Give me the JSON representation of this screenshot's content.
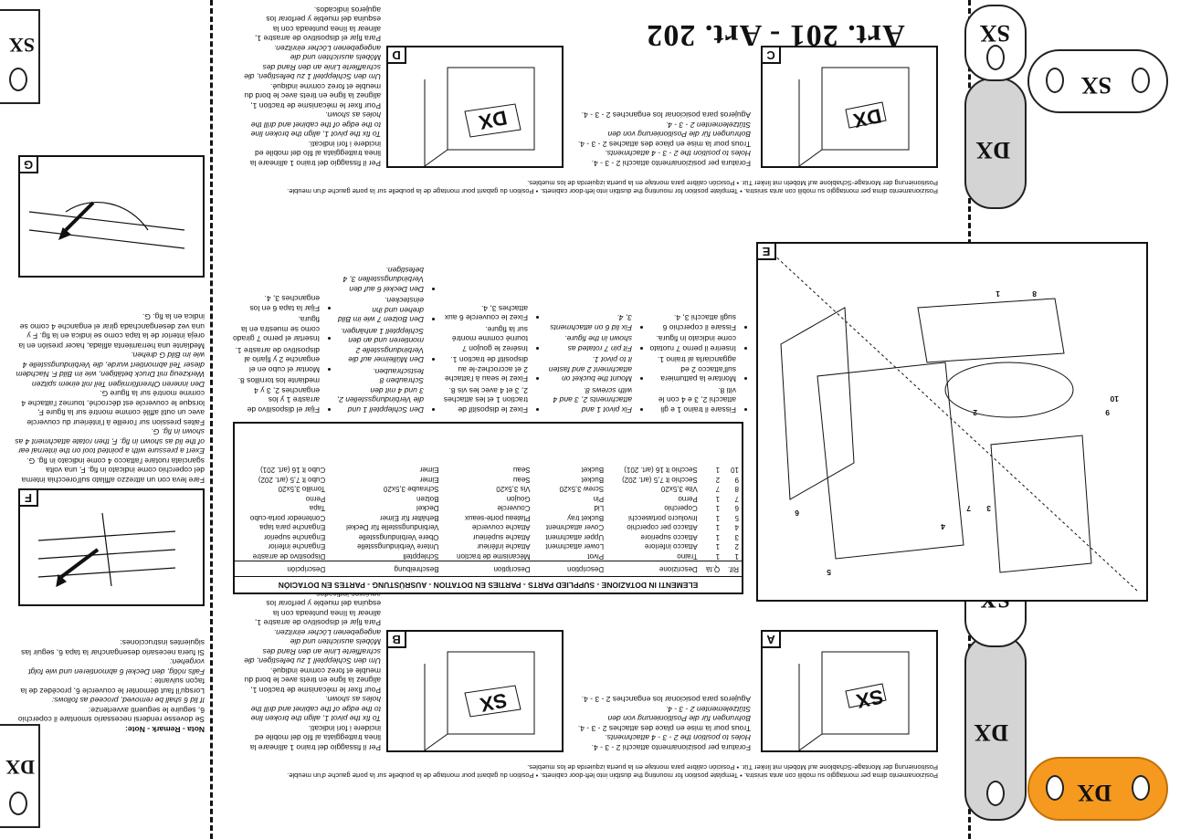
{
  "title": "Art. 201 - Art. 202",
  "tabs": {
    "sx": "SX",
    "dx": "DX"
  },
  "panel_letters": {
    "a": "A",
    "b": "B",
    "c": "C",
    "d": "D",
    "e": "E",
    "f": "F",
    "g": "G"
  },
  "template_caption": "Posizionamento dima per montaggio su mobili con anta sinistra. • Template position for mounting the dustbin into left-door cabinets. • Position du gabarit pour montage de la poubelle sur la porte gauche d'un meuble. Positionierung der Montage-Schablone auf Möbeln mit linker Tür. • Posición calibre para montaje en la puerta izquierda de los muebles.",
  "drill_text": {
    "it": "Foratura per posizionamento attacchi 2 - 3 - 4.",
    "en": "Holes to position the 2 - 3 - 4 attachments.",
    "fr": "Trous pour la mise en place des attaches 2 - 3 - 4.",
    "de": "Bohrungen für die Positionierung von den Stützelementen 2 - 3 - 4.",
    "es": "Agujeros para posicionar los enganches 2 - 3 - 4."
  },
  "pivot_text": {
    "it": "Per il fissaggio del traino 1 allineare la linea tratteggiata al filo del mobile ed incidere i fori indicati.",
    "en": "To fix the pivot 1, align the broken line to the edge of the cabinet and drill the holes as shown.",
    "fr": "Pour fixer le mécanisme de traction 1, alignez la ligne en tirets avec le bord du meuble et forez comme indiqué.",
    "de": "Um den Schlepptell 1 zu befestigen, die schraffierte Linie an den Rand des Möbels ausrichten und die angegebenen Löcher einritzen.",
    "es": "Para fijar el dispositivo de arrastre 1, alinear la línea punteada con la esquina del mueble y perforar los agujeros indicados."
  },
  "parts_table": {
    "heading": "ELEMENTI IN DOTAZIONE - SUPPLIED PARTS - PARTIES EN DOTATION - AUSRÜSTUNG - PARTES EN DOTACIÓN",
    "columns": [
      "Rif.",
      "Q.tà",
      "Descrizione",
      "Description",
      "Description",
      "Beschreibung",
      "Descripción"
    ],
    "rows": [
      [
        "1",
        "1",
        "Traino",
        "Pivot",
        "Mécanisme de traction",
        "Schlepptell",
        "Dispositivo de arrastre"
      ],
      [
        "2",
        "1",
        "Attacco inferiore",
        "Lower attachment",
        "Attache inférieur",
        "Untere Verbindungsstelle",
        "Enganche inferior"
      ],
      [
        "3",
        "1",
        "Attacco superiore",
        "Upper attachment",
        "Attache supérieur",
        "Obere Verbindungsstelle",
        "Enganche superior"
      ],
      [
        "4",
        "1",
        "Attacco per coperchio",
        "Cover attachment",
        "Attache couvercle",
        "Verbindungsstelle für Deckel",
        "Enganche para tapa"
      ],
      [
        "5",
        "1",
        "Involucro portasecchi",
        "Bucket tray",
        "Plateau porte-seaux",
        "Behälter für Eimer",
        "Contenedor porta-cubo"
      ],
      [
        "6",
        "1",
        "Coperchio",
        "Lid",
        "Couvercle",
        "Deckel",
        "Tapa"
      ],
      [
        "7",
        "1",
        "Perno",
        "Pin",
        "Goujon",
        "Bolzen",
        "Perno"
      ],
      [
        "8",
        "7",
        "Vite 3,5x20",
        "Screw 3,5x20",
        "Vis 3,5x20",
        "Schraube 3,5x20",
        "Tornillo 3,5x20"
      ],
      [
        "9",
        "2",
        "Secchio lt 7,5 (art. 202)",
        "Bucket",
        "Seau",
        "Eimer",
        "Cubo lt 7,5 (art. 202)"
      ],
      [
        "10",
        "1",
        "Secchio lt 16 (art. 201)",
        "Bucket",
        "Seau",
        "Eimer",
        "Cubo lt 16 (art. 201)"
      ]
    ]
  },
  "assembly_steps": {
    "it": [
      "Fissare il traino 1 e gli attacchi 2, 3 e 4 con le viti 8.",
      "Montare la pattumiera sull'attacco 2 ed agganciarla al traino 1.",
      "Inserire il perno 7 ruotato come indicato in figura.",
      "Fissare il coperchio 6 sugli attacchi 3, 4."
    ],
    "en": [
      "Fix pivot 1 and attachments 2, 3 and 4 with screws 8.",
      "Mount the bucket on attachment 2 and fasten it to pivot 1.",
      "Fit pin 7 rotated as shown in the figure.",
      "Fix lid 6 on attachments 3, 4."
    ],
    "fr": [
      "Fixez le dispositif de traction 1 et les attaches 2, 3 et 4 avec les vis 8.",
      "Fixez le seau à l'attache 2 et accrochez-le au dispositif de traction 1.",
      "Insérez le goujon 7 tourné comme montré sur la figure.",
      "Fixez le couvercle 6 aux attaches 3, 4."
    ],
    "de": [
      "Den Schlepptell 1 und die Verbindungsstellen 2, 3 und 4 mit den Schrauben 8 festschrauben.",
      "Den Mülleimer auf die Verbindungsstelle 2 montieren und an den Schlepptell 1 anhängen.",
      "Den Bolzen 7 wie im Bild drehen und ihn einstecken.",
      "Den Deckel 6 auf den Verbindungsstellen 3, 4 befestigen."
    ],
    "es": [
      "Fijar el dispositivo de arrastre 1 y los enganches 2, 3 y 4 mediante los tornillos 8.",
      "Montar el cubo en el enganche 2 y fijarlo al dispositivo de arrastre 1.",
      "Insertar el perno 7 girado como se muestra en la figura.",
      "Fijar la tapa 6 en los enganches 3, 4."
    ]
  },
  "note": {
    "heading": "Nota - Remark - Note:",
    "it": "Se dovesse rendersi necessario smontare il coperchio 6, seguire le seguenti avvertenze:",
    "en": "If lid 6 shall be removed, proceed as follows:",
    "fr": "Lorsqu'il faut démonter le couvercle 6, procédez de la façon suivante :",
    "de": "Falls nötig, den Deckel 6 abmontieren und wie folgt vorgehen:",
    "es": "Si fuera necesario desenganchar la tapa 6, seguir las siguientes instrucciones:"
  },
  "lid_removal": {
    "it": "Fare leva con un attrezzo affilato sull'orecchia interna del coperchio come indicato in fig. F, una volta sganciata ruotare l'attacco 4 come indicato in fig. G.",
    "en": "Exert a pressure with a pointed tool on the internal ear of the lid as shown in fig. F, then rotate attachment 4 as shown in fig. G.",
    "fr": "Faites pression sur l'oreille à l'intérieur du couvercle avec un outil affilé comme montré sur la figure F, lorsque le couvercle est décroché, tournez l'attache 4 comme montré sur la figure G.",
    "de": "Den inneren Ohrenförmigen Teil mit einem spitzen Werkzeug mit Druck betätigen, wie im Bild F. Nachdem dieser Teil abmontiert wurde, die Verbindungsstelle 4 wie im Bild G drehen.",
    "es": "Mediante una herramienta afilada, hacer presión en la oreja interior de la tapa como se indica en la fig. F y una vez desenganchada girar el enganche 4 como se indica en la fig. G."
  },
  "callouts": [
    "1",
    "2",
    "3",
    "4",
    "5",
    "6",
    "7",
    "8",
    "9",
    "10"
  ]
}
